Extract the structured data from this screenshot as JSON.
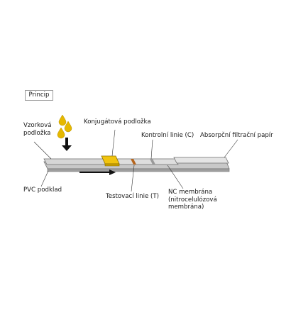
{
  "title": "Princip",
  "labels": {
    "sample_pad": "Vzorková\npodložka",
    "conjugate_pad": "Konjugátová podložka",
    "control_line": "Kontrolní linie (C)",
    "absorbent_paper": "Absorpční filtrační papír",
    "pvc_backing": "PVC podklad",
    "test_line": "Testovací linie (T)",
    "nc_membrane": "NC membrána\n(nitrocelulózová\nmembrána)"
  },
  "colors": {
    "strip": "#d9d9d9",
    "strip_edge": "#6f6f6f",
    "conjugate": "#f1c40f",
    "drop": "#e6b800",
    "test_line": "#b5651d",
    "control_line": "#9a9a9a"
  }
}
